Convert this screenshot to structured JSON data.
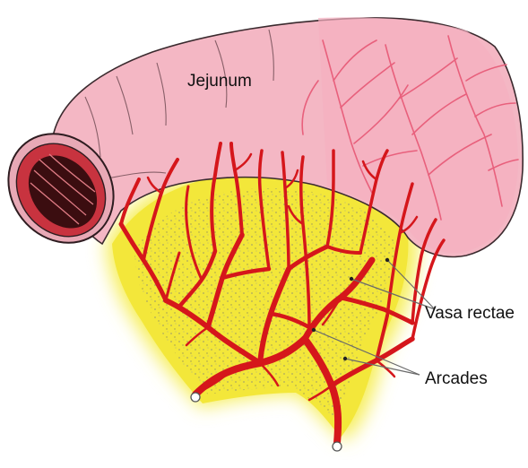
{
  "labels": {
    "jejunum": "Jejunum",
    "vasa_rectae": "Vasa rectae",
    "arcades": "Arcades"
  },
  "colors": {
    "intestine_fill": "#F4B7C4",
    "intestine_outline": "#3A2A2E",
    "mesentery_yellow": "#F3E73A",
    "mesentery_texture": "#A9A86A",
    "vessel_red": "#D5161B",
    "serosa_vessel": "#E8607C",
    "lumen_dark": "#3B0D10",
    "leader_line": "#6A6A6A"
  },
  "icons": [
    "vessel-cut-end-icon"
  ]
}
